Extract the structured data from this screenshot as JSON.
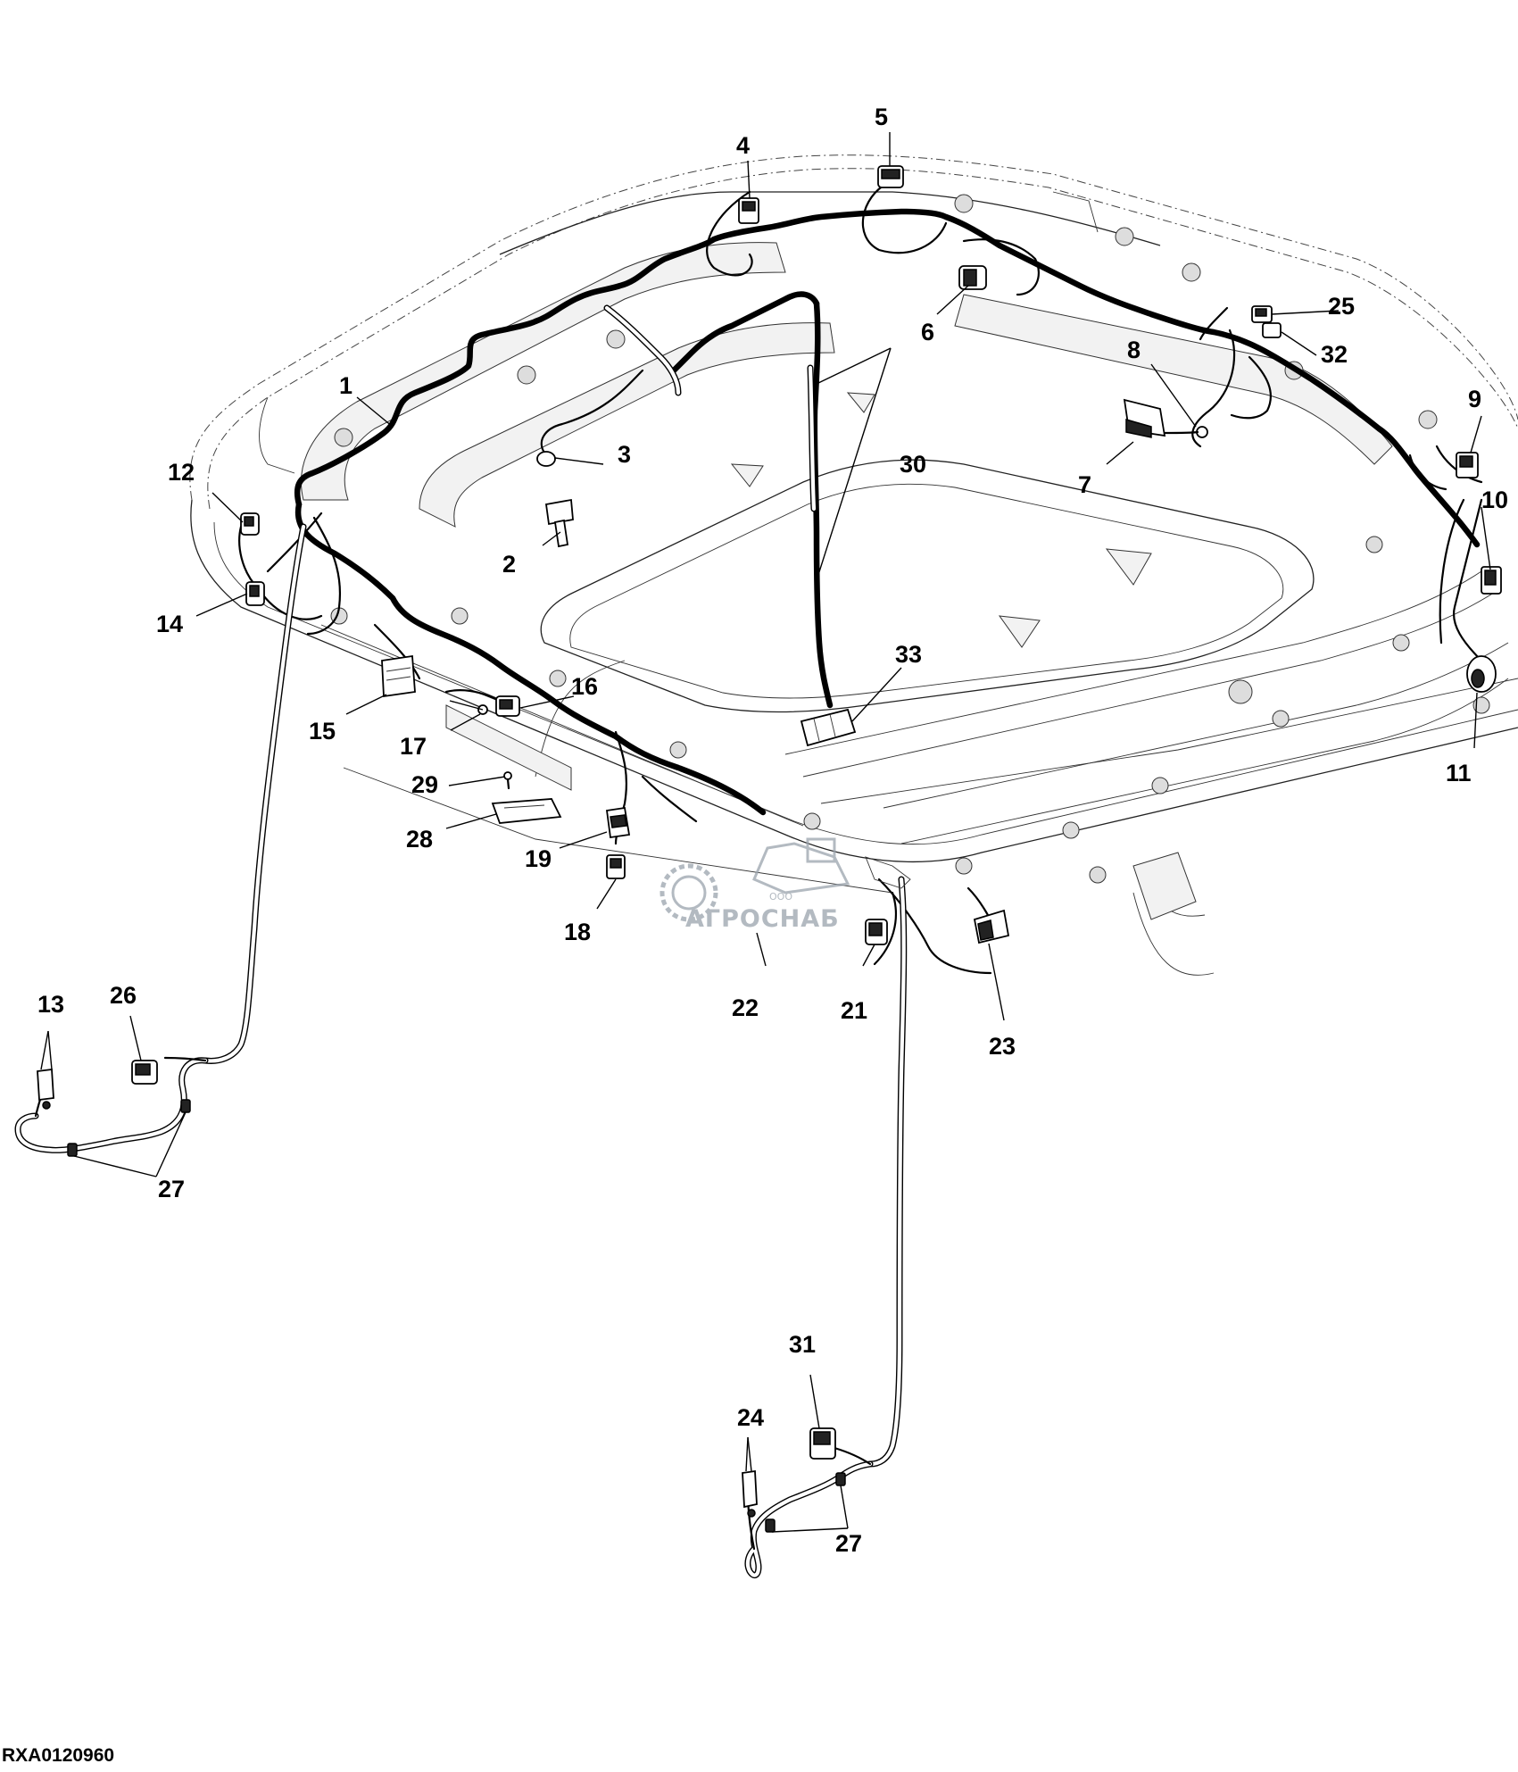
{
  "figure_id": "RXA0120960",
  "watermark": {
    "text": "АГРОСНАБ",
    "prefix": "ООО"
  },
  "callouts": [
    {
      "id": "c1",
      "label": "1"
    },
    {
      "id": "c2",
      "label": "2"
    },
    {
      "id": "c3",
      "label": "3"
    },
    {
      "id": "c4",
      "label": "4"
    },
    {
      "id": "c5",
      "label": "5"
    },
    {
      "id": "c6",
      "label": "6"
    },
    {
      "id": "c7",
      "label": "7"
    },
    {
      "id": "c8",
      "label": "8"
    },
    {
      "id": "c9",
      "label": "9"
    },
    {
      "id": "c10",
      "label": "10"
    },
    {
      "id": "c11",
      "label": "11"
    },
    {
      "id": "c12",
      "label": "12"
    },
    {
      "id": "c13",
      "label": "13"
    },
    {
      "id": "c14",
      "label": "14"
    },
    {
      "id": "c15",
      "label": "15"
    },
    {
      "id": "c16",
      "label": "16"
    },
    {
      "id": "c17",
      "label": "17"
    },
    {
      "id": "c18",
      "label": "18"
    },
    {
      "id": "c19",
      "label": "19"
    },
    {
      "id": "c21",
      "label": "21"
    },
    {
      "id": "c22",
      "label": "22"
    },
    {
      "id": "c23",
      "label": "23"
    },
    {
      "id": "c24",
      "label": "24"
    },
    {
      "id": "c25",
      "label": "25"
    },
    {
      "id": "c26",
      "label": "26"
    },
    {
      "id": "c27a",
      "label": "27"
    },
    {
      "id": "c27b",
      "label": "27"
    },
    {
      "id": "c28",
      "label": "28"
    },
    {
      "id": "c29",
      "label": "29"
    },
    {
      "id": "c30",
      "label": "30"
    },
    {
      "id": "c31",
      "label": "31"
    },
    {
      "id": "c32",
      "label": "32"
    },
    {
      "id": "c33",
      "label": "33"
    }
  ]
}
